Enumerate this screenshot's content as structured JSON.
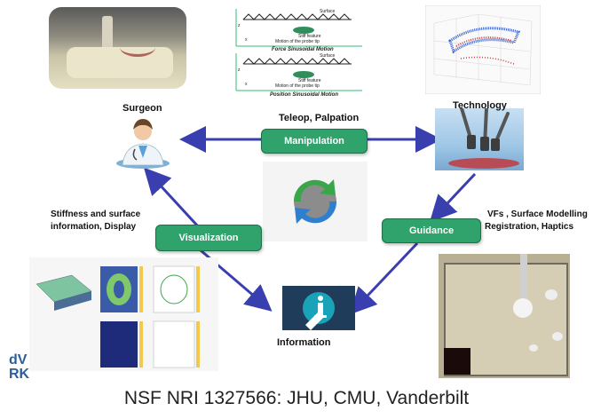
{
  "nodes": {
    "manipulation": "Manipulation",
    "visualization": "Visualization",
    "guidance": "Guidance"
  },
  "labels": {
    "surgeon": "Surgeon",
    "technology": "Technology",
    "information": "Information",
    "teleop": "Teleop, Palpation",
    "stiffness_line1": "Stiffness and surface",
    "stiffness_line2": "information, Display",
    "vfs_line1": "VFs , Surface Modelling",
    "vfs_line2": "Registration, Haptics"
  },
  "plots": {
    "force": {
      "caption": "Force Sinusoidal Motion",
      "surface": "Surface",
      "feature": "Stiff feature",
      "motion": "Motion of the probe tip",
      "axis_z": "z",
      "axis_x": "x"
    },
    "position": {
      "caption": "Position Sinusoidal Motion",
      "surface": "Surface",
      "feature": "Stiff feature",
      "motion": "Motion of the probe tip",
      "axis_z": "z",
      "axis_x": "x"
    }
  },
  "logo": {
    "text": "dVRK"
  },
  "footer": "NSF NRI 1327566: JHU, CMU, Vanderbilt",
  "colors": {
    "node_green": "#2fa36b",
    "arrow_blue": "#3a3fb0"
  }
}
